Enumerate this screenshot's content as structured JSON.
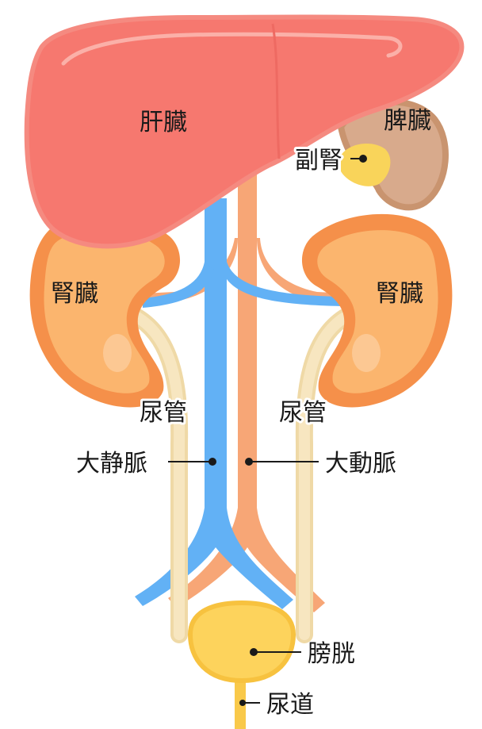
{
  "labels": {
    "liver": "肝臓",
    "spleen": "脾臓",
    "adrenal": "副腎",
    "kidney_left": "腎臓",
    "kidney_right": "腎臓",
    "ureter_left": "尿管",
    "ureter_right": "尿管",
    "vena_cava": "大静脈",
    "aorta": "大動脈",
    "bladder": "膀胱",
    "urethra": "尿道"
  },
  "colors": {
    "liver": "#f6786f",
    "liver_outline": "#f58a80",
    "spleen": "#d8aa8c",
    "spleen_outline": "#c9946f",
    "adrenal": "#f9d45a",
    "kidney_outer": "#f5904a",
    "kidney_inner": "#fbb56e",
    "ureter": "#f7e3b8",
    "vein": "#62b1f5",
    "artery": "#f7a676",
    "bladder": "#fdd35c",
    "bladder_outline": "#f7c23f",
    "text": "#1a1a1a"
  }
}
